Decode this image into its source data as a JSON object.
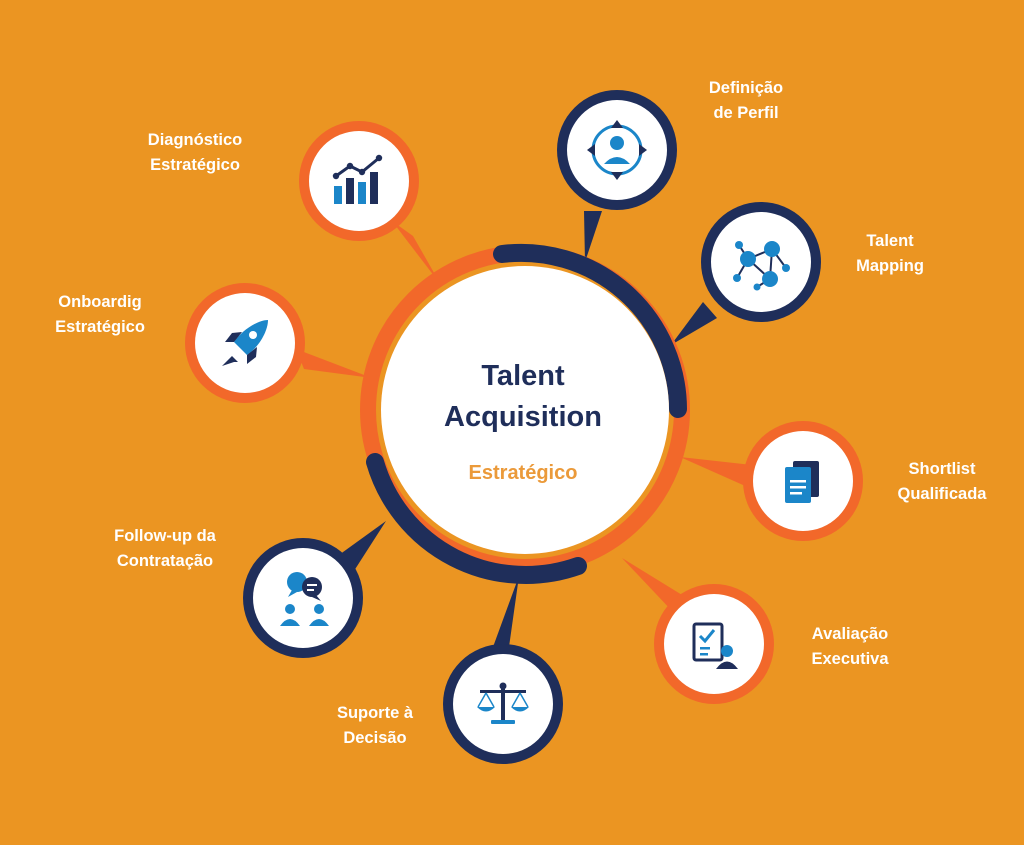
{
  "center": {
    "title_line1": "Talent",
    "title_line2": "Acquisition",
    "subtitle": "Estratégico"
  },
  "colors": {
    "background": "#eb9522",
    "navy": "#1f2e5a",
    "accent_orange": "#f2682a",
    "icon_blue": "#1b86c9",
    "subtitle_orange": "#eb9a3a",
    "white": "#ffffff"
  },
  "nodes": [
    {
      "id": "diagnostico",
      "lines": [
        "Diagnóstico",
        "Estratégico"
      ],
      "icon": "bar-chart-icon",
      "ring": "orange"
    },
    {
      "id": "definicao",
      "lines": [
        "Definição",
        "de Perfil"
      ],
      "icon": "user-target-icon",
      "ring": "navy"
    },
    {
      "id": "mapping",
      "lines": [
        "Talent",
        "Mapping"
      ],
      "icon": "network-icon",
      "ring": "navy"
    },
    {
      "id": "onboarding",
      "lines": [
        "Onboardig",
        "Estratégico"
      ],
      "icon": "rocket-icon",
      "ring": "orange"
    },
    {
      "id": "shortlist",
      "lines": [
        "Shortlist",
        "Qualificada"
      ],
      "icon": "documents-icon",
      "ring": "orange"
    },
    {
      "id": "followup",
      "lines": [
        "Follow-up da",
        "Contratação"
      ],
      "icon": "chat-users-icon",
      "ring": "navy"
    },
    {
      "id": "avaliacao",
      "lines": [
        "Avaliação",
        "Executiva"
      ],
      "icon": "checklist-user-icon",
      "ring": "orange"
    },
    {
      "id": "suporte",
      "lines": [
        "Suporte à",
        "Decisão"
      ],
      "icon": "scales-icon",
      "ring": "navy"
    }
  ]
}
